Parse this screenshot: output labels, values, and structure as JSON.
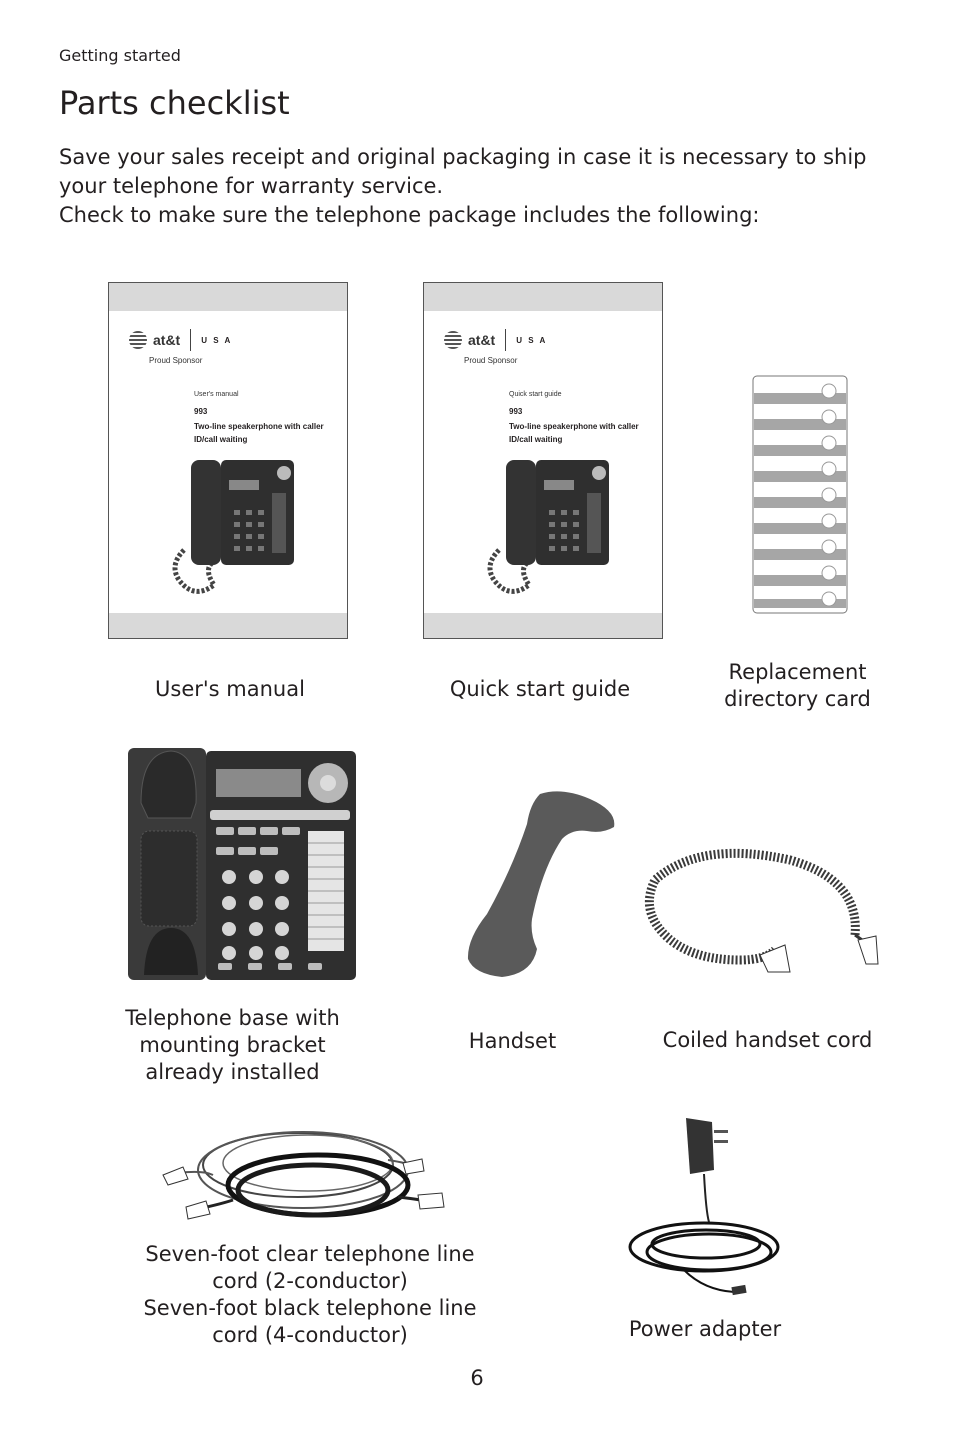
{
  "header": {
    "section": "Getting started"
  },
  "title": "Parts checklist",
  "intro": {
    "line1": "Save your sales receipt and original packaging in case it is necessary to ship your telephone for warranty service.",
    "line2": "Check to make sure the telephone package includes the following:"
  },
  "booklets": {
    "logo_text": "at&t",
    "logo_usa": "U S A",
    "sponsor": "Proud Sponsor",
    "model": "993",
    "description": "Two-line speakerphone with caller ID/call waiting",
    "manual_type": "User's manual",
    "guide_type": "Quick start guide"
  },
  "captions": {
    "users_manual": "User's manual",
    "quick_start": "Quick start guide",
    "directory_card": "Replacement directory card",
    "base": "Telephone base with mounting bracket already installed",
    "handset": "Handset",
    "coiled_cord": "Coiled handset cord",
    "clear_cord": "Seven-foot clear telephone line cord (2-conductor)",
    "black_cord": "Seven-foot black telephone line cord (4-conductor)",
    "power_adapter": "Power adapter"
  },
  "page_number": "6"
}
